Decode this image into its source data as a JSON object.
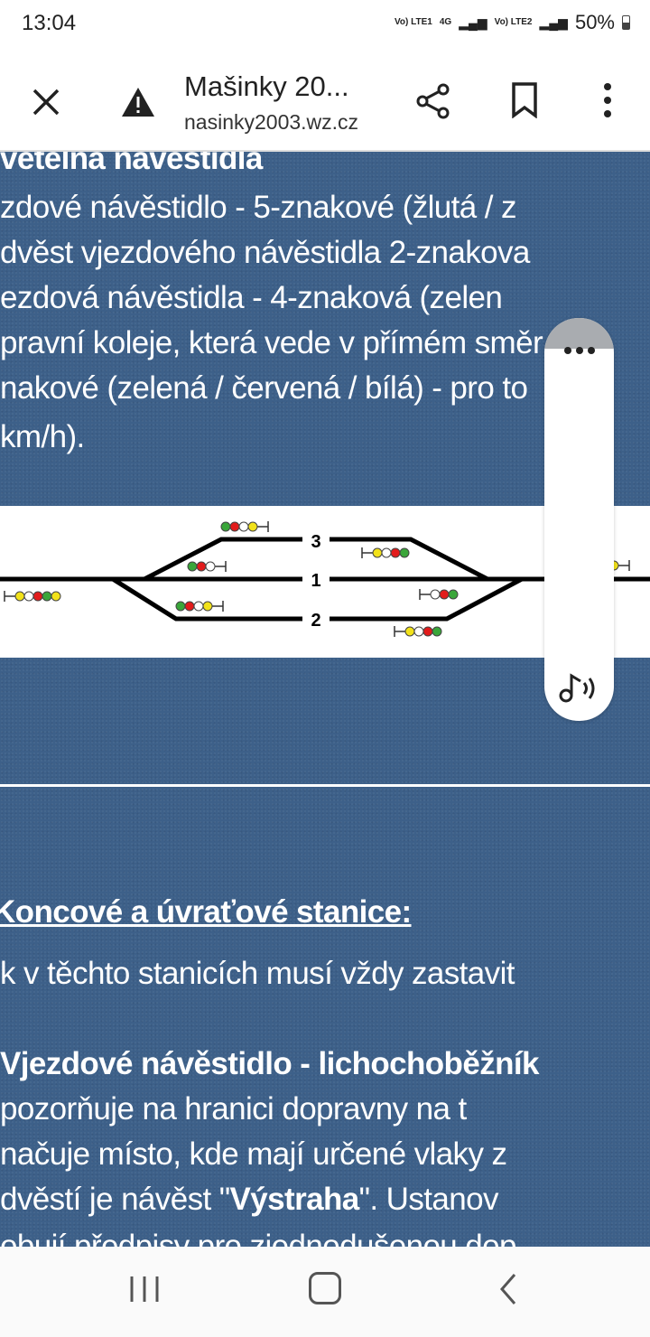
{
  "status_bar": {
    "time": "13:04",
    "sim1": "Vo) LTE1",
    "network": "4G",
    "sim2": "Vo) LTE2",
    "battery": "50%"
  },
  "toolbar": {
    "title": "Mašinky 20...",
    "url": "nasinky2003.wz.cz"
  },
  "article": {
    "lines_top": [
      "větelná návěstidla",
      "zdové návěstidlo - 5-znakové (žlutá / z",
      "dvěst vjezdového návěstidla 2-znakova",
      "ezdová  návěstidla  -  4-znaková  (zelen",
      "pravní koleje, která vede v přímém směr",
      "nakové (zelená / červená / bílá) - pro to",
      " km/h)."
    ],
    "heading": "Koncové a úvraťové stanice:",
    "line_stop": "k v těchto stanicích musí vždy zastavit",
    "para_bold": "Vjezdové  návěstidlo  -  lichochoběžník",
    "para_lines": [
      "pozorňuje   na   hranici   dopravny   na   t",
      "načuje  místo,  kde  mají  určené  vlaky  z"
    ],
    "para_last_pre": "dvěstí  je  návěst  \"",
    "para_last_bold": "Výstraha",
    "para_last_post": "\".  Ustanov",
    "para_cut": "obují předpisy pro zjednodušenou dop"
  },
  "diagram": {
    "track_labels": [
      "3",
      "1",
      "2"
    ],
    "colors": {
      "g": "#3aa63a",
      "r": "#e21b1b",
      "y": "#f2e21a",
      "w": "#ffffff"
    }
  },
  "floating_panel": {
    "menu_icon": "more-horizontal-icon",
    "audio_icon": "read-aloud-icon"
  }
}
